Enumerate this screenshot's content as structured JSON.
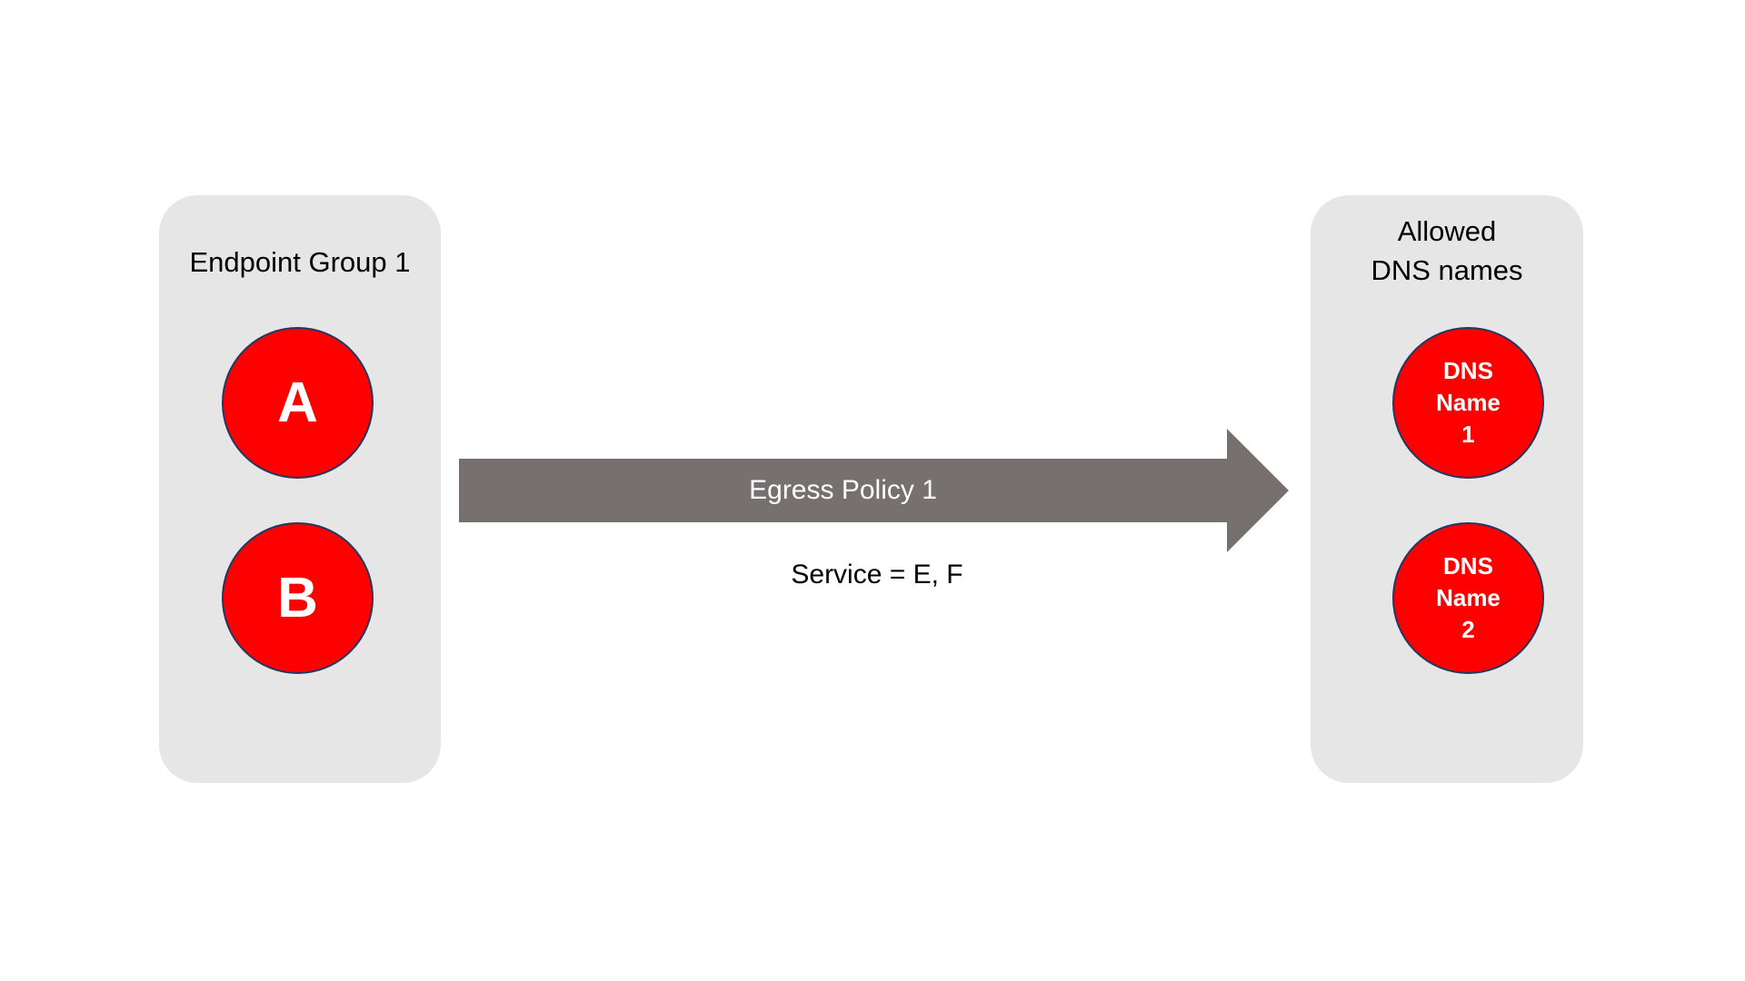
{
  "diagram": {
    "background_color": "#FFFFFF",
    "panel_color": "#E6E6E6",
    "node_color": "#FF0000",
    "node_border_color": "#1F3864",
    "arrow_color": "#76706F",
    "arrow_label_color": "#FFFFFF",
    "text_color": "#000000"
  },
  "source_group": {
    "title": "Endpoint Group 1",
    "nodes": [
      {
        "id": "a",
        "label": "A"
      },
      {
        "id": "b",
        "label": "B"
      }
    ]
  },
  "policy": {
    "name": "Egress Policy 1",
    "service": "Service = E, F",
    "direction": "right"
  },
  "destination_group": {
    "title": "Allowed\nDNS names",
    "nodes": [
      {
        "id": "dns-1",
        "label": "DNS\nName\n1"
      },
      {
        "id": "dns-2",
        "label": "DNS\nName\n2"
      }
    ]
  }
}
